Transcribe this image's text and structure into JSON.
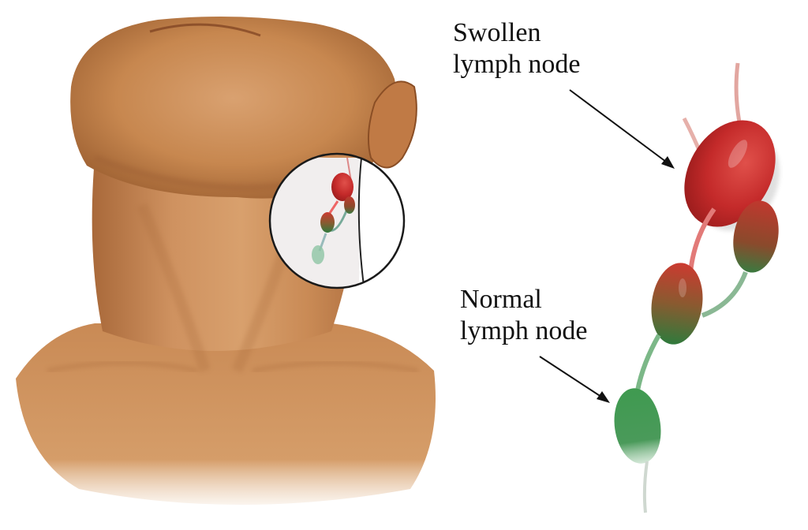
{
  "labels": {
    "swollen": "Swollen\nlymph node",
    "normal": "Normal\nlymph node"
  },
  "colors": {
    "skin": "#c98a55",
    "skin_shadow": "#a8693a",
    "swollen_node": "#c42a2a",
    "normal_node": "#3e8e4c",
    "arrow": "#111111",
    "background": "#ffffff"
  },
  "figure": {
    "subject": "neck",
    "magnified_region": "side of neck below ear",
    "nodes": [
      {
        "id": "large-swollen",
        "state": "swollen"
      },
      {
        "id": "small-swollen",
        "state": "swollen"
      },
      {
        "id": "transition",
        "state": "partially swollen"
      },
      {
        "id": "bottom-normal",
        "state": "normal"
      }
    ]
  }
}
